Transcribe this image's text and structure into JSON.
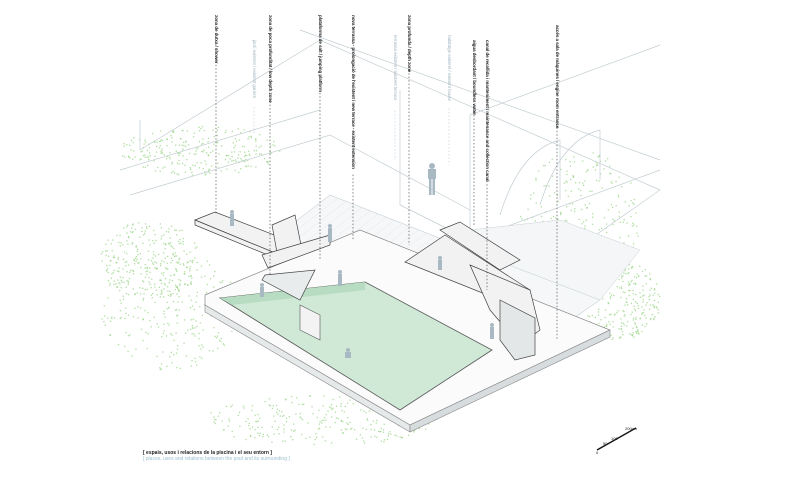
{
  "labels": [
    {
      "text": "zona de dutxa / shower",
      "style": "dark"
    },
    {
      "text": "jardí existent / existent garden",
      "style": "grey"
    },
    {
      "text": "zona de poca profunditat / low depth zone",
      "style": "dark"
    },
    {
      "text": "plataforma de salt / jumping platform",
      "style": "dark"
    },
    {
      "text": "nova terrassa - prolongació de l'existent / new terrace - existent extension",
      "style": "dark"
    },
    {
      "text": "terrassa existent / existent terrace",
      "style": "grey"
    },
    {
      "text": "zona profunda / depth zone",
      "style": "dark"
    },
    {
      "text": "habitatge existent / existent house",
      "style": "grey"
    },
    {
      "text": "aigua desbordant / boundless water",
      "style": "dark"
    },
    {
      "text": "canal de recollida i manteniment / maintenance and collection canal",
      "style": "dark"
    },
    {
      "text": "accés a sala de màquines / engine room entrance",
      "style": "dark"
    }
  ],
  "caption": {
    "catalan": "[ espais, usos i relacions de la piscina i el seu entorn ]",
    "english": "[ places, uses and relations between the pool and its surrounding ]"
  },
  "scale_bar": {
    "ticks": [
      "0",
      "50",
      "100",
      "200cm"
    ]
  },
  "colors": {
    "water": "#cfe9d6",
    "vegetation": "#8fd07a",
    "lines": "#b9c6cc",
    "ink": "#333333"
  }
}
